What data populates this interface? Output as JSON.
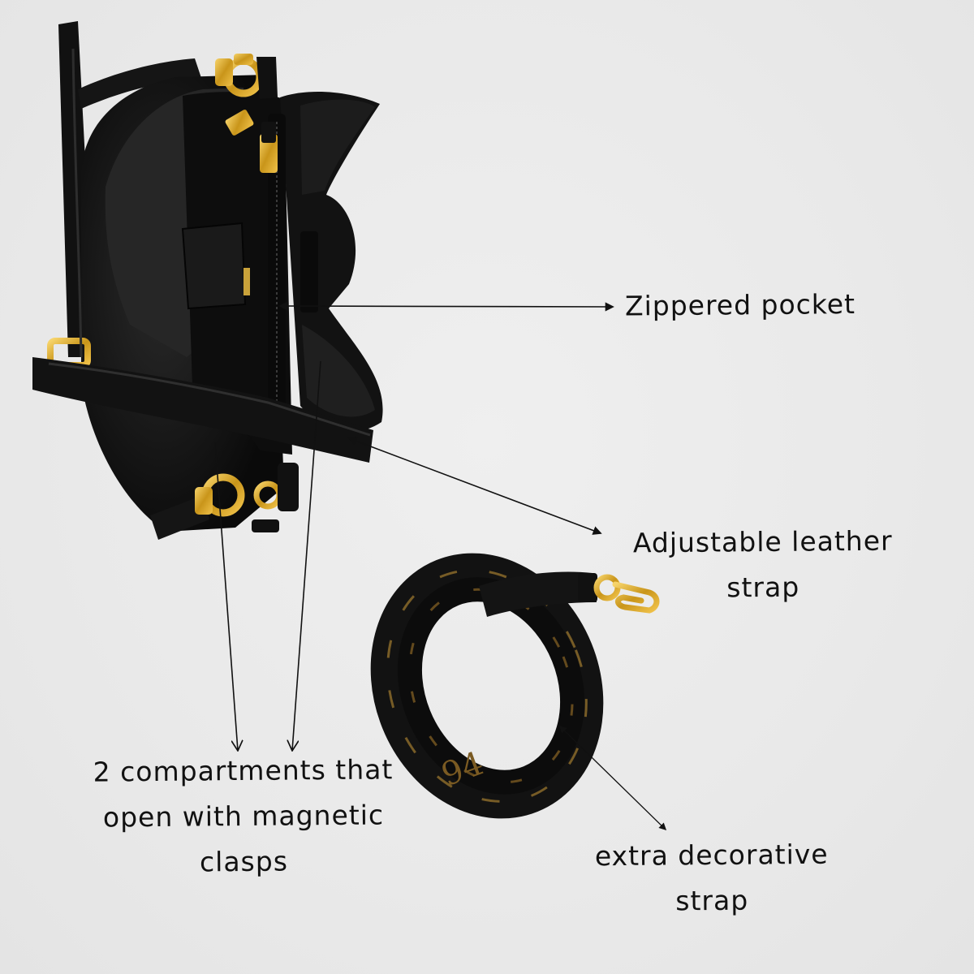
{
  "annotations": {
    "zippered_pocket": "Zippered pocket",
    "adjustable_strap_line1": "Adjustable leather",
    "adjustable_strap_line2": "strap",
    "compartments_line1": "2 compartments that",
    "compartments_line2": "open with magnetic",
    "compartments_line3": "clasps",
    "extra_strap_line1": "extra decorative",
    "extra_strap_line2": "strap"
  },
  "colors": {
    "background": "#ebebeb",
    "leather": "#131313",
    "hardware_gold": "#d4a21c",
    "strap_pattern": "#8a6a2a",
    "annotation_ink": "#111111"
  },
  "images": {
    "bag": "black-leather-bucket-bag-top-view",
    "decorative_strap": "coiled-black-gold-patterned-strap"
  }
}
